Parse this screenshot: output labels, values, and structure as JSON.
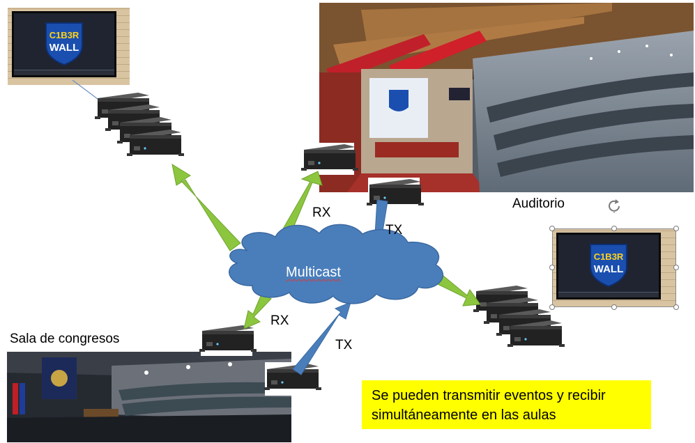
{
  "cloud": {
    "label": "Multicast",
    "fill": "#4a7ebb"
  },
  "labels": {
    "rx_top": "RX",
    "tx_top": "TX",
    "rx_bottom": "RX",
    "tx_bottom": "TX",
    "auditorium": "Auditorio",
    "congress_hall": "Sala de congresos"
  },
  "note": {
    "line1": "Se pueden transmitir eventos y recibir",
    "line2": "simultáneamente en las aulas",
    "background": "#ffff00"
  },
  "screens": {
    "logo_top": "C1B3R",
    "logo_bottom": "WALL"
  },
  "colors": {
    "green_arrow": "#8cc63f",
    "blue_arrow": "#4a7ebb"
  }
}
